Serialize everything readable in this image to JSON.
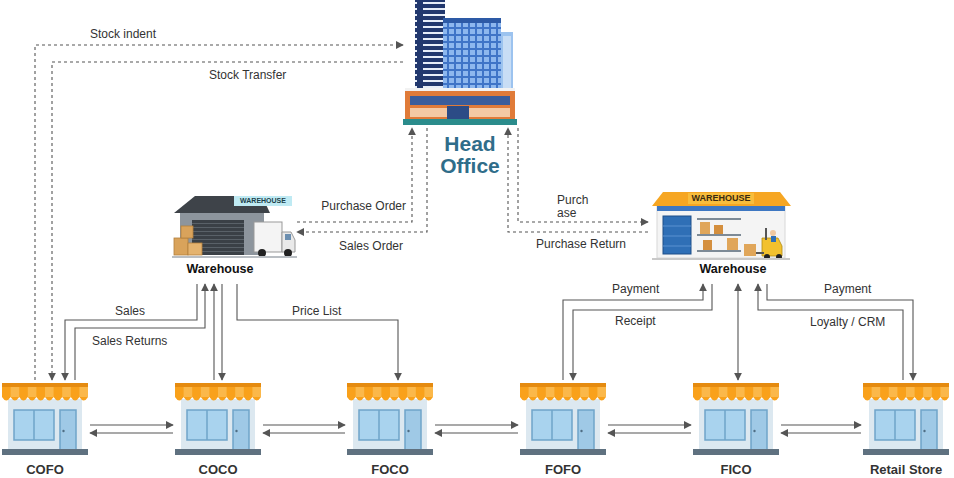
{
  "diagram": {
    "nodes": [
      {
        "text": [
          "Head Office"
        ]
      },
      {
        "text": [
          "Warehouse"
        ]
      },
      {
        "text": [
          "Warehouse"
        ]
      },
      {
        "text": [
          "COFO"
        ]
      },
      {
        "text": [
          "COCO"
        ]
      },
      {
        "text": [
          "FOCO"
        ]
      },
      {
        "text": [
          "FOFO"
        ]
      },
      {
        "text": [
          "FICO"
        ]
      },
      {
        "text": [
          "Retail Store"
        ]
      }
    ],
    "edges": [
      {
        "from": 3,
        "to": 0,
        "label": "Stock indent",
        "arrow": "to"
      },
      {
        "from": 0,
        "to": 3,
        "label": "Stock Transfer",
        "arrow": "to"
      },
      {
        "from": 1,
        "to": 0,
        "label": "Purchase Order",
        "arrow": "to"
      },
      {
        "from": 0,
        "to": 1,
        "label": "Sales Order",
        "arrow": "to"
      },
      {
        "from": 0,
        "to": 2,
        "label": "Purch ase",
        "arrow": "to"
      },
      {
        "from": 2,
        "to": 0,
        "label": "Purchase Return",
        "arrow": "to"
      },
      {
        "from": 1,
        "to": 3,
        "label": "Sales",
        "arrow": "to"
      },
      {
        "from": 3,
        "to": 1,
        "label": "Sales Returns",
        "arrow": "to"
      },
      {
        "from": 4,
        "to": 1,
        "arrow": "to"
      },
      {
        "from": 1,
        "to": 4,
        "arrow": "to"
      },
      {
        "from": 1,
        "to": 5,
        "label": "Price List",
        "arrow": "to"
      },
      {
        "from": 6,
        "to": 2,
        "label": "Payment",
        "arrow": "to"
      },
      {
        "from": 2,
        "to": 6,
        "label": "Receipt",
        "arrow": "to"
      },
      {
        "from": 2,
        "to": 7,
        "arrow": "both"
      },
      {
        "from": 8,
        "to": 2,
        "label": "Payment",
        "arrow": "to"
      },
      {
        "from": 2,
        "to": 8,
        "label": "Loyalty / CRM",
        "arrow": "to"
      },
      {
        "from": 3,
        "to": 4,
        "arrow": "to"
      },
      {
        "from": 4,
        "to": 3,
        "arrow": "to"
      },
      {
        "from": 4,
        "to": 5,
        "arrow": "to"
      },
      {
        "from": 5,
        "to": 4,
        "arrow": "to"
      },
      {
        "from": 5,
        "to": 6,
        "arrow": "to"
      },
      {
        "from": 6,
        "to": 5,
        "arrow": "to"
      },
      {
        "from": 6,
        "to": 7,
        "arrow": "to"
      },
      {
        "from": 7,
        "to": 6,
        "arrow": "to"
      },
      {
        "from": 7,
        "to": 8,
        "arrow": "to"
      },
      {
        "from": 8,
        "to": 7,
        "arrow": "to"
      }
    ],
    "labels": [
      "WAREHOUSE",
      "WAREHOUSE"
    ]
  }
}
